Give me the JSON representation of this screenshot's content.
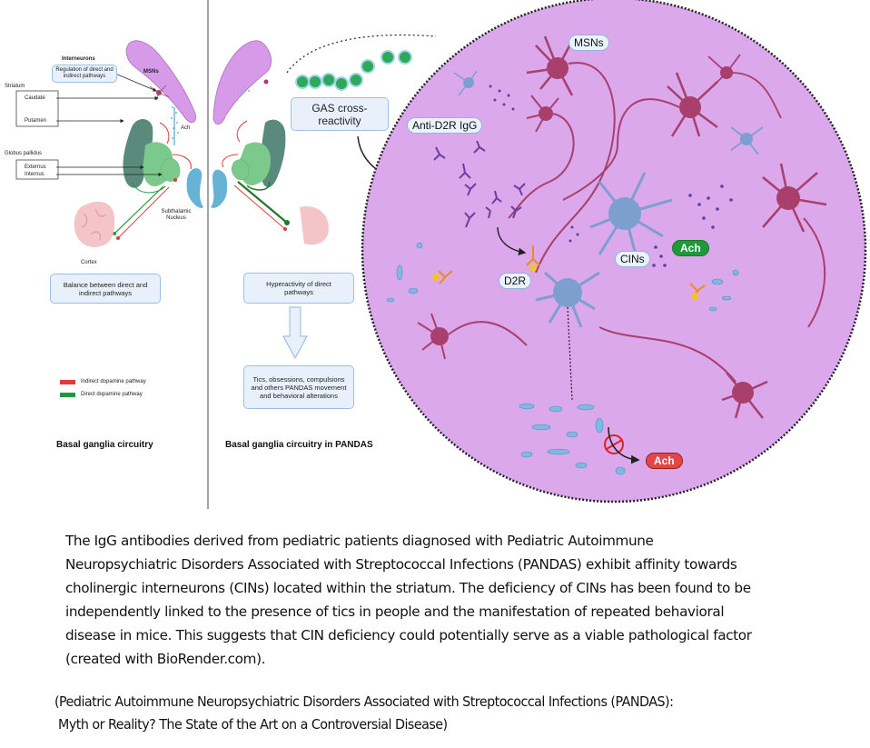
{
  "figure": {
    "left_panel": {
      "labels": {
        "interneurons": "Interneurons",
        "interneurons_box": "Regulation of direct and indirect pathways",
        "msns": "MSNs",
        "striatum": "Striatum",
        "caudate": "Caudate",
        "putamen": "Putamen",
        "ach": "Ach",
        "globus_pallidus": "Globus pallidus",
        "externus": "Externus",
        "internus": "Internus",
        "subthalamic": "Subthalamic Nucleus",
        "cortex": "Cortex"
      },
      "summary_box": "Balance between direct and indirect pathways",
      "legend": [
        {
          "label": "Indirect dopamine pathway",
          "color": "#e03c3c"
        },
        {
          "label": "Direct dopamine pathway",
          "color": "#1f9a3a"
        }
      ],
      "title": "Basal ganglia circuitry"
    },
    "middle_panel": {
      "gas_box": "GAS cross-reactivity",
      "box_1": "Hyperactivity of direct pathways",
      "box_2": "Tics, obsessions, compulsions and others PANDAS movement and behavioral alterations",
      "title": "Basal ganglia circuitry in PANDAS"
    },
    "zoom_circle": {
      "labels": {
        "anti_d2r": "Anti-D2R IgG",
        "msns": "MSNs",
        "cins": "CINs",
        "d2r": "D2R",
        "ach_green": "Ach",
        "ach_red": "Ach"
      }
    },
    "colors": {
      "circle_fill": "#dba8ec",
      "msn": "#a83f6c",
      "cin": "#7c9fd0",
      "ach_green": "#1f9a3a",
      "ach_red": "#e04848",
      "antibody": "#6a3fa0",
      "antibody_bound": "#f08a1c",
      "bacteria": "#2fa85a",
      "striatum_fill": "#d79ae8",
      "putamen_dark": "#5a8a7c",
      "gp": "#7cc98c",
      "stn": "#66b3d6",
      "cortex": "#f3c4c8",
      "box_fill": "#e8f1fb",
      "box_border": "#9cc0e6"
    }
  },
  "caption": "The IgG antibodies derived from pediatric patients diagnosed with Pediatric Autoimmune Neuropsychiatric Disorders Associated with Streptococcal Infections (PANDAS) exhibit affinity towards cholinergic interneurons (CINs) located within the striatum. The deficiency of CINs has been found to be independently linked to the presence of tics in people and the manifestation of repeated behavioral disease in mice. This suggests that CIN deficiency could potentially serve as a viable pathological factor (created with BioRender.com).",
  "caption_lines": [
    "The IgG antibodies derived from pediatric patients diagnosed with Pediatric Autoimmune",
    "Neuropsychiatric Disorders Associated with Streptococcal Infections (PANDAS) exhibit affinity towards",
    "cholinergic interneurons (CINs) located within the striatum. The deficiency of CINs has been found to be",
    "independently linked to the presence of tics in people and the manifestation of repeated behavioral",
    "disease in mice. This suggests that CIN deficiency could potentially serve as a viable pathological factor",
    "(created with BioRender.com)."
  ],
  "citation_lines": [
    "(Pediatric Autoimmune Neuropsychiatric Disorders Associated with Streptococcal Infections (PANDAS):",
    " Myth or Reality? The State of the Art on a Controversial Disease)"
  ]
}
